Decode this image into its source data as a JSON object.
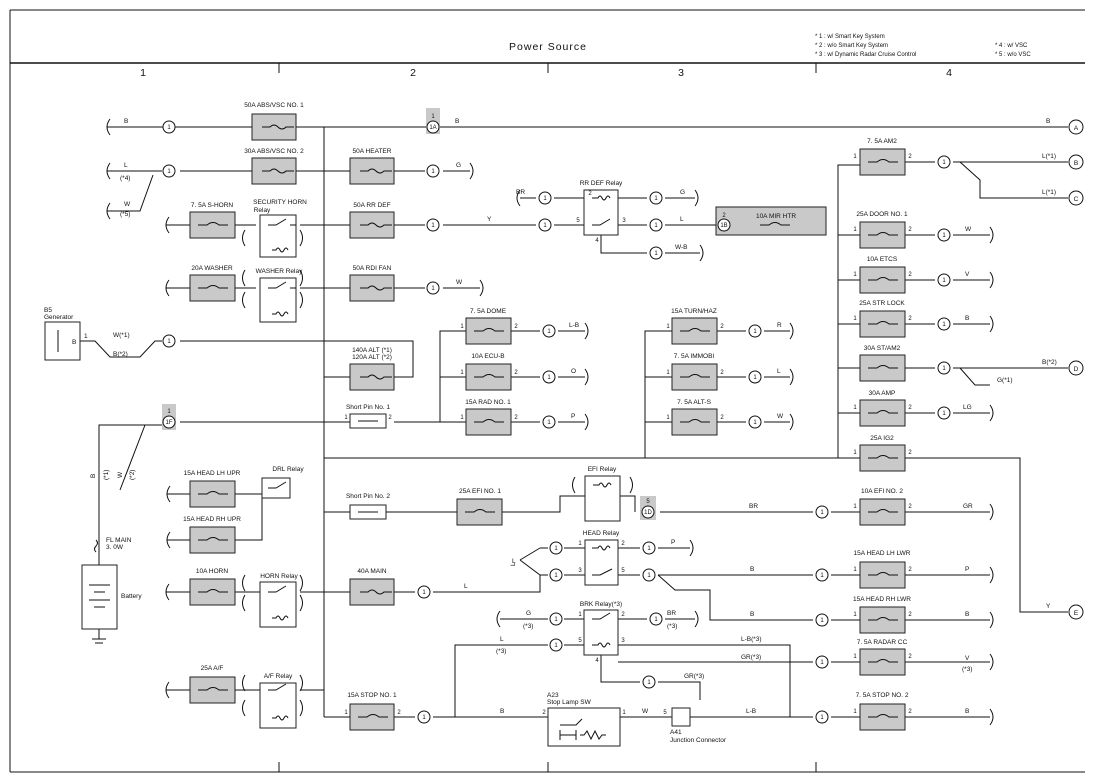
{
  "title": "Power Source",
  "legend": [
    "* 1 : w/ Smart Key System",
    "* 2 : w/o Smart Key System",
    "* 3 : w/ Dynamic Radar Cruise Control",
    "* 4 : w/ VSC",
    "* 5 : w/o VSC"
  ],
  "grid": [
    "1",
    "2",
    "3",
    "4"
  ],
  "fuses": {
    "abs1": "50A ABS/VSC NO. 1",
    "abs2": "30A ABS/VSC NO. 2",
    "heater": "50A HEATER",
    "rrdef": "50A RR DEF",
    "rdifan": "50A RDI FAN",
    "shorn": "7. 5A S-HORN",
    "washer": "20A WASHER",
    "alt": "140A ALT (*1)",
    "alt2": "120A ALT (*2)",
    "short1": "Short Pin No. 1",
    "short2": "Short Pin No. 2",
    "dome": "7. 5A DOME",
    "ecub": "10A ECU-B",
    "rad1": "15A RAD NO. 1",
    "turnhaz": "15A TURN/HAZ",
    "immobi": "7. 5A IMMOBI",
    "alts": "7. 5A ALT-S",
    "mirhtr": "10A MIR HTR",
    "am2": "7. 5A AM2",
    "door1": "25A DOOR NO. 1",
    "etcs": "10A ETCS",
    "strlock": "25A STR LOCK",
    "stam2": "30A ST/AM2",
    "amp": "30A AMP",
    "ig2": "25A IG2",
    "efi1": "25A EFI NO. 1",
    "efi2": "10A EFI NO. 2",
    "headlhupr": "15A HEAD LH UPR",
    "headrhupr": "15A HEAD RH UPR",
    "headlhlwr": "15A HEAD LH LWR",
    "headrhlwr": "15A HEAD RH LWR",
    "flmain": "FL MAIN",
    "flmain2": "3. 0W",
    "horn": "10A HORN",
    "main40": "40A MAIN",
    "af": "25A A/F",
    "stop1": "15A STOP NO. 1",
    "radarcc": "7. 5A RADAR CC",
    "stop2": "7. 5A STOP NO. 2"
  },
  "relays": {
    "sechorn": "SECURITY HORN",
    "sechorn2": "Relay",
    "washer": "WASHER Relay",
    "rrdef": "RR DEF Relay",
    "drl": "DRL Relay",
    "efi": "EFI Relay",
    "head": "HEAD Relay",
    "horn": "HORN Relay",
    "brk": "BRK Relay(*3)",
    "af": "A/F Relay"
  },
  "components": {
    "b5": "B5",
    "gen": "Generator",
    "battery": "Battery",
    "a23": "A23",
    "stoplamp": "Stop Lamp SW",
    "a41": "A41",
    "jc": "Junction Connector"
  },
  "connectors": {
    "c1": "1",
    "c1a": "1A",
    "c1f": "1F",
    "c1d": "1D",
    "c1b": "1B",
    "p5": "5",
    "p2": "2",
    "p1": "1"
  },
  "wires": {
    "B": "B",
    "G": "G",
    "L": "L",
    "W": "W",
    "Y": "Y",
    "V": "V",
    "R": "R",
    "O": "O",
    "P": "P",
    "BR": "BR",
    "GR": "GR",
    "LG": "LG",
    "WB": "W-B",
    "LB": "L-B",
    "L1": "L(*1)",
    "B2": "B(*2)",
    "G1": "G(*1)",
    "W1": "W(*1)",
    "LB3": "L-B(*3)",
    "GR3": "GR(*3)",
    "s4": "(*4)",
    "s5": "(*5)",
    "s3": "(*3)",
    "s1": "(*1)",
    "s2": "(*2)"
  },
  "ends": {
    "A": "A",
    "B": "B",
    "C": "C",
    "D": "D",
    "E": "E"
  },
  "pins": {
    "1": "1",
    "2": "2",
    "3": "3",
    "4": "4",
    "5": "5"
  }
}
